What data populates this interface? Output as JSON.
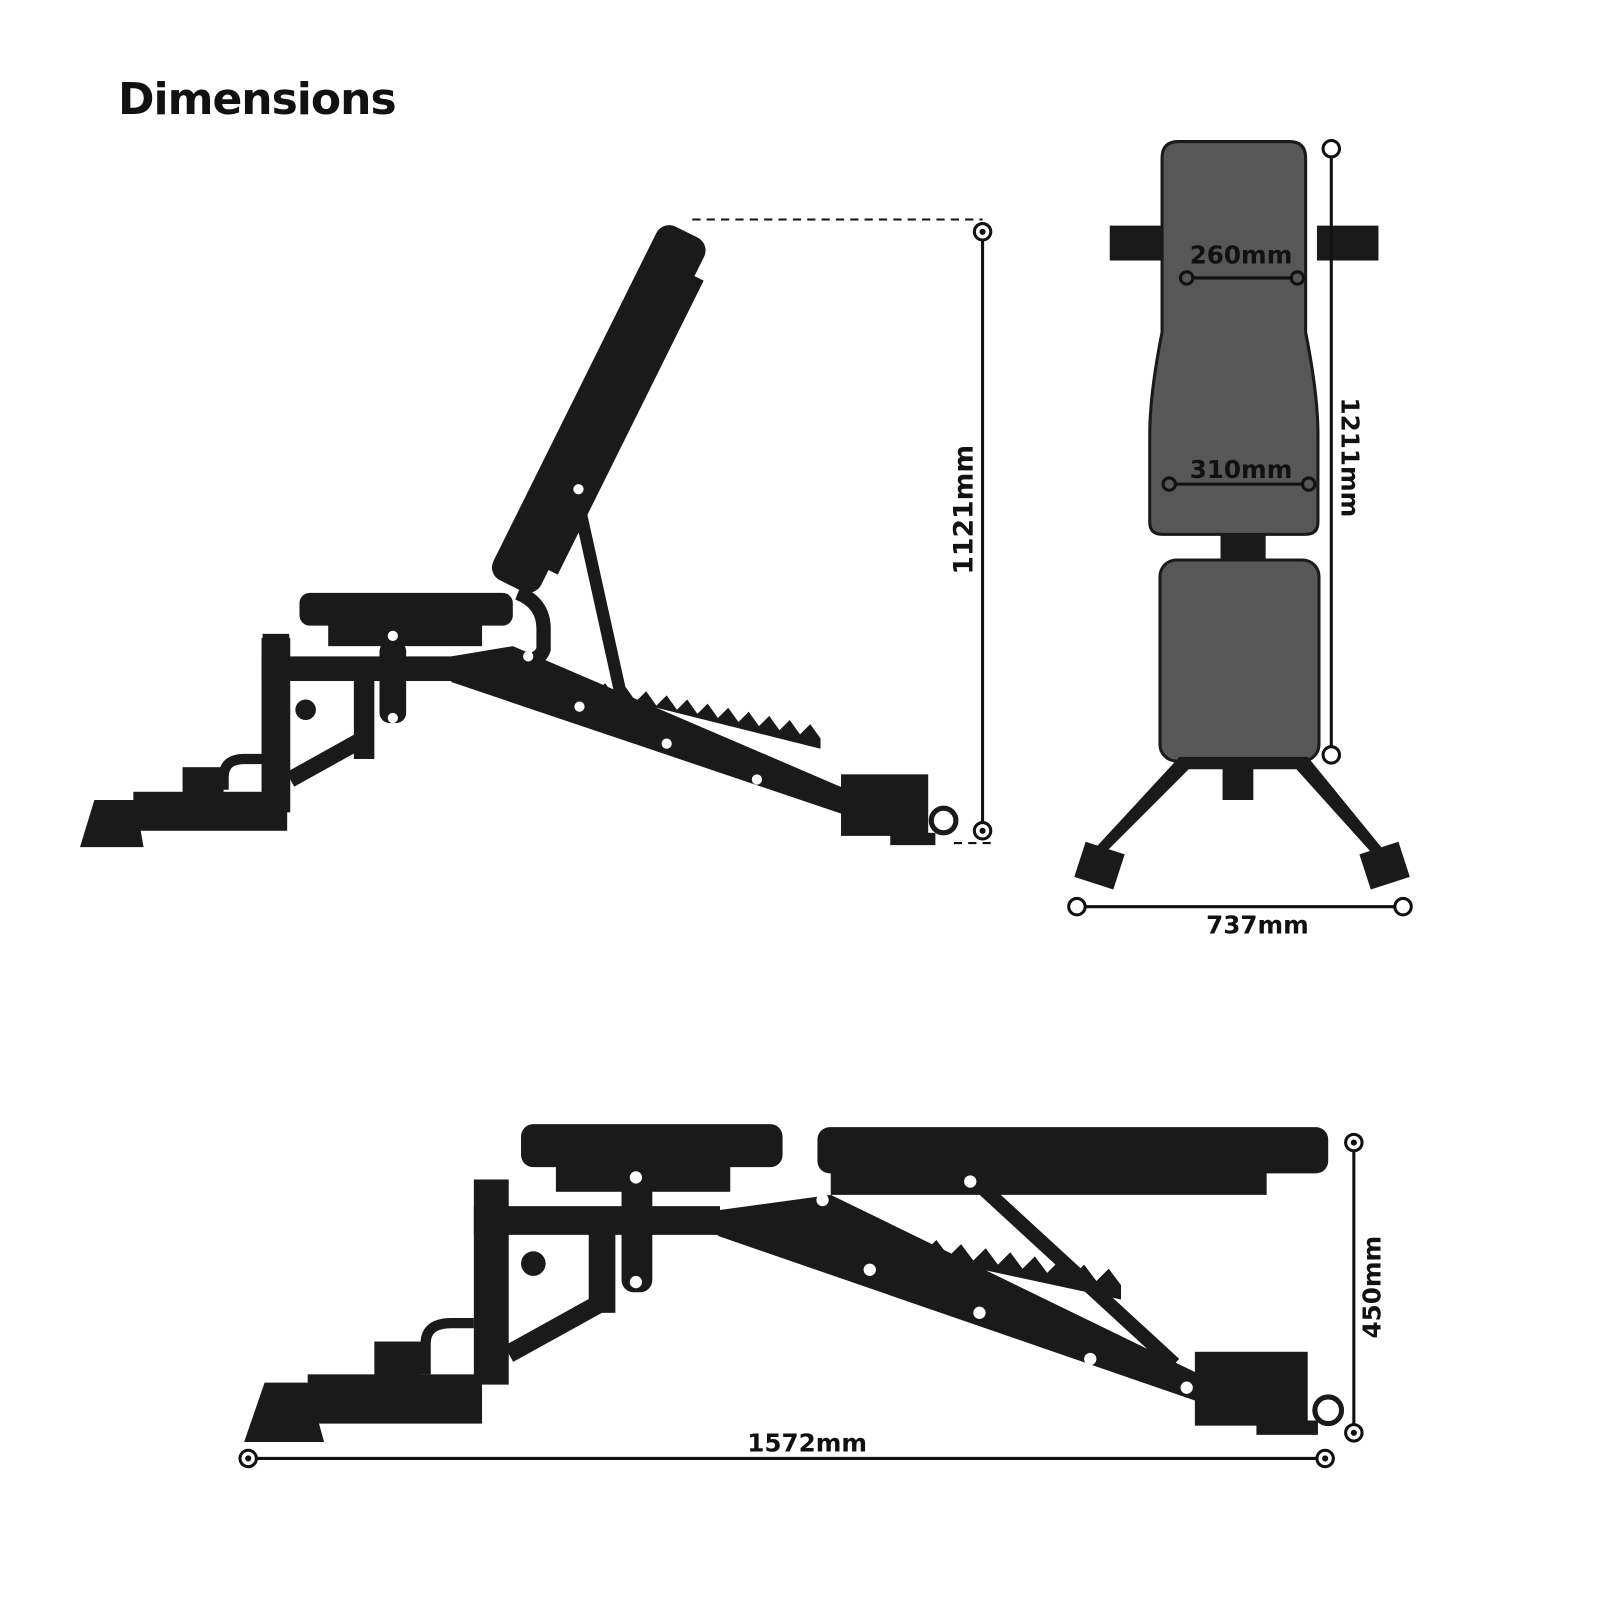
{
  "title": "Dimensions",
  "colors": {
    "frame": "#1a1a1a",
    "pad_front": "#575757",
    "line": "#111111",
    "bolt": "#ffffff"
  },
  "views": {
    "incline_side": {
      "height_label": "1121mm"
    },
    "front": {
      "top_width_label": "260mm",
      "mid_width_label": "310mm",
      "length_label": "1211mm",
      "base_width_label": "737mm"
    },
    "flat_side": {
      "length_label": "1572mm",
      "height_label": "450mm"
    }
  }
}
